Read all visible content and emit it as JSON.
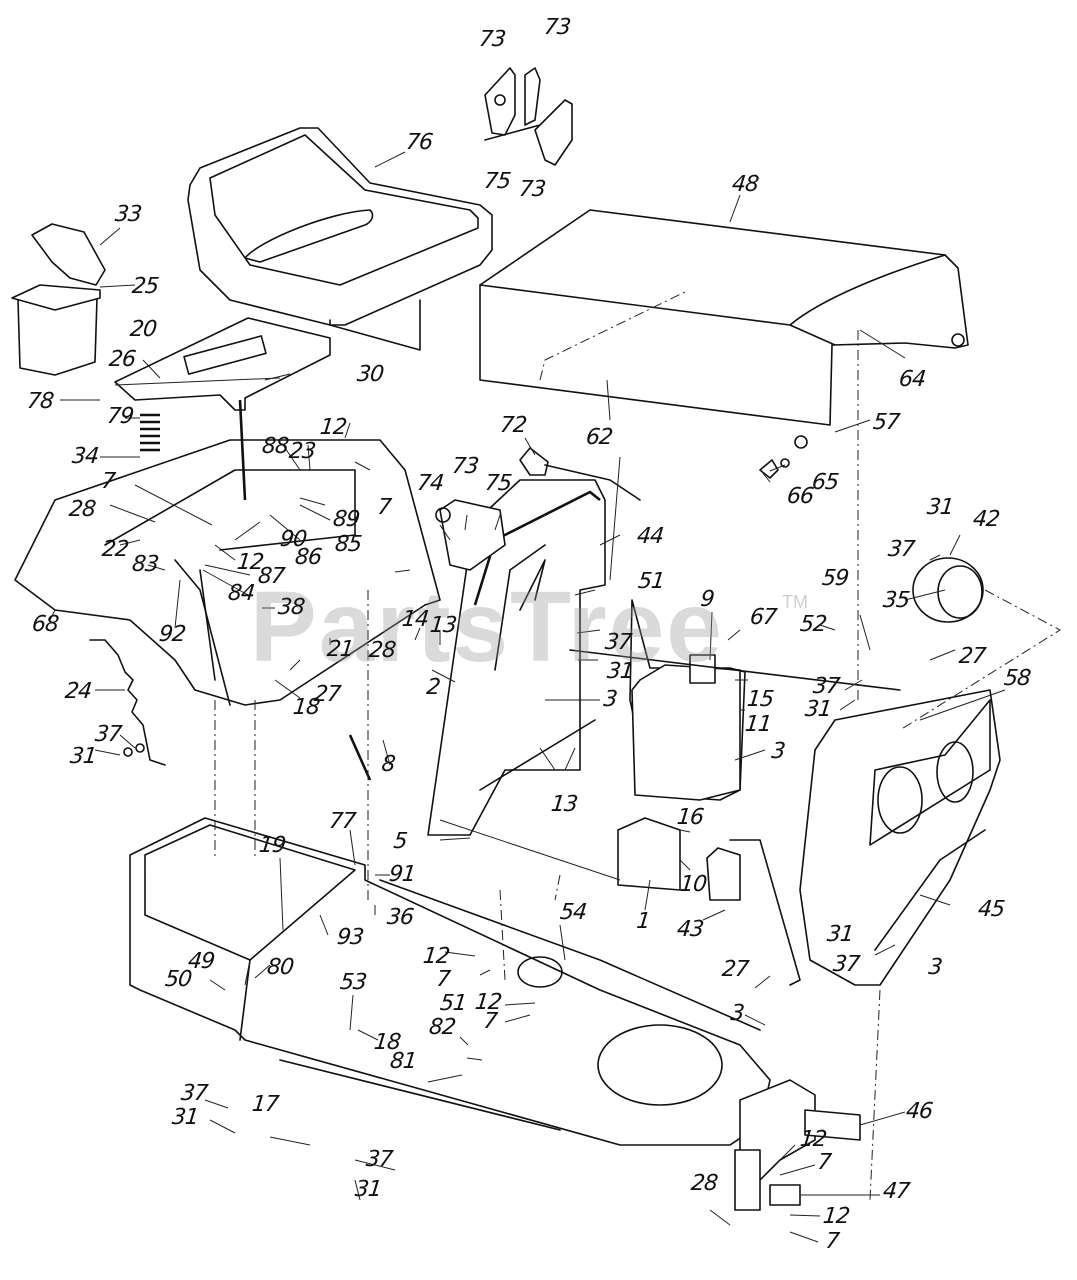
{
  "diagram": {
    "title": "Exploded parts diagram - riding mower body, seat, hood, fuel tank and frame",
    "watermark": "PartsTree",
    "watermark_tm": "TM"
  },
  "parts": [
    {
      "id": "p76",
      "num": "76",
      "part": "seat"
    },
    {
      "id": "p73a",
      "num": "73",
      "part": "seat-switch-bracket"
    },
    {
      "id": "p73b",
      "num": "73",
      "part": "seat-switch-lever"
    },
    {
      "id": "p73c",
      "num": "73",
      "part": "seat-switch-plate"
    },
    {
      "id": "p75a",
      "num": "75",
      "part": "seat-switch-wire"
    },
    {
      "id": "p48",
      "num": "48",
      "part": "hood"
    },
    {
      "id": "p62",
      "num": "62",
      "part": "hood-insulation"
    },
    {
      "id": "p64",
      "num": "64",
      "part": "hood-fastener"
    },
    {
      "id": "p57",
      "num": "57",
      "part": "hood-grommet"
    },
    {
      "id": "p65",
      "num": "65",
      "part": "washer"
    },
    {
      "id": "p66",
      "num": "66",
      "part": "hood-bumper"
    },
    {
      "id": "p33",
      "num": "33",
      "part": "battery-cover"
    },
    {
      "id": "p25",
      "num": "25",
      "part": "battery"
    },
    {
      "id": "p20",
      "num": "20",
      "part": "seat-plate"
    },
    {
      "id": "p26",
      "num": "26",
      "part": "bolt"
    },
    {
      "id": "p30",
      "num": "30",
      "part": "bolt"
    },
    {
      "id": "p78",
      "num": "78",
      "part": "washer"
    },
    {
      "id": "p79",
      "num": "79",
      "part": "nut"
    },
    {
      "id": "p34",
      "num": "34",
      "part": "spring"
    },
    {
      "id": "p12a",
      "num": "12",
      "part": "nut"
    },
    {
      "id": "p88",
      "num": "88",
      "part": "switch-bracket"
    },
    {
      "id": "p23",
      "num": "23",
      "part": "seat-latch-bracket"
    },
    {
      "id": "p7a",
      "num": "7",
      "part": "washer"
    },
    {
      "id": "p7b",
      "num": "7",
      "part": "washer"
    },
    {
      "id": "p28a",
      "num": "28",
      "part": "screw"
    },
    {
      "id": "p89",
      "num": "89",
      "part": "spring"
    },
    {
      "id": "p90",
      "num": "90",
      "part": "bushing"
    },
    {
      "id": "p85",
      "num": "85",
      "part": "rod"
    },
    {
      "id": "p86",
      "num": "86",
      "part": "lever"
    },
    {
      "id": "p22",
      "num": "22",
      "part": "hinge-bracket"
    },
    {
      "id": "p12b",
      "num": "12",
      "part": "nut"
    },
    {
      "id": "p83",
      "num": "83",
      "part": "pin"
    },
    {
      "id": "p87",
      "num": "87",
      "part": "clip"
    },
    {
      "id": "p84",
      "num": "84",
      "part": "bracket"
    },
    {
      "id": "p92",
      "num": "92",
      "part": "screw"
    },
    {
      "id": "p68",
      "num": "68",
      "part": "fender"
    },
    {
      "id": "p38",
      "num": "38",
      "part": "screw"
    },
    {
      "id": "p21",
      "num": "21",
      "part": "fender-support"
    },
    {
      "id": "p28b",
      "num": "28",
      "part": "screw"
    },
    {
      "id": "p74",
      "num": "74",
      "part": "screw"
    },
    {
      "id": "p73d",
      "num": "73",
      "part": "interlock-switch"
    },
    {
      "id": "p75b",
      "num": "75",
      "part": "switch-bracket"
    },
    {
      "id": "p72",
      "num": "72",
      "part": "choke-cable"
    },
    {
      "id": "p44",
      "num": "44",
      "part": "edge-trim"
    },
    {
      "id": "p51a",
      "num": "51",
      "part": "screw"
    },
    {
      "id": "p14",
      "num": "14",
      "part": "ignition-key"
    },
    {
      "id": "p13a",
      "num": "13",
      "part": "nut"
    },
    {
      "id": "p37a",
      "num": "37",
      "part": "washer"
    },
    {
      "id": "p31a",
      "num": "31",
      "part": "nut"
    },
    {
      "id": "p2",
      "num": "2",
      "part": "dash-panel"
    },
    {
      "id": "p3a",
      "num": "3",
      "part": "bolt"
    },
    {
      "id": "p18a",
      "num": "18",
      "part": "screw"
    },
    {
      "id": "p27a",
      "num": "27",
      "part": "screw"
    },
    {
      "id": "p24",
      "num": "24",
      "part": "height-adjust-plate"
    },
    {
      "id": "p37b",
      "num": "37",
      "part": "washer"
    },
    {
      "id": "p31b",
      "num": "31",
      "part": "nut"
    },
    {
      "id": "p8",
      "num": "8",
      "part": "knob"
    },
    {
      "id": "p13b",
      "num": "13",
      "part": "ignition-switch"
    },
    {
      "id": "p5",
      "num": "5",
      "part": "bolt"
    },
    {
      "id": "p9",
      "num": "9",
      "part": "fuel-cap"
    },
    {
      "id": "p15",
      "num": "15",
      "part": "fuel-tank"
    },
    {
      "id": "p11",
      "num": "11",
      "part": "tank-strap"
    },
    {
      "id": "p3b",
      "num": "3",
      "part": "bolt"
    },
    {
      "id": "p16",
      "num": "16",
      "part": "fuel-line"
    },
    {
      "id": "p10",
      "num": "10",
      "part": "clamp"
    },
    {
      "id": "p1",
      "num": "1",
      "part": "tank-support"
    },
    {
      "id": "p43",
      "num": "43",
      "part": "side-panel"
    },
    {
      "id": "p67",
      "num": "67",
      "part": "hood-rod"
    },
    {
      "id": "p59",
      "num": "59",
      "part": "headlight-wire"
    },
    {
      "id": "p52",
      "num": "52",
      "part": "screw"
    },
    {
      "id": "p27b",
      "num": "27",
      "part": "screw"
    },
    {
      "id": "p37c",
      "num": "37",
      "part": "washer"
    },
    {
      "id": "p31c",
      "num": "31",
      "part": "nut"
    },
    {
      "id": "p58",
      "num": "58",
      "part": "decal"
    },
    {
      "id": "p31d",
      "num": "31",
      "part": "nut"
    },
    {
      "id": "p37d",
      "num": "37",
      "part": "washer"
    },
    {
      "id": "p42",
      "num": "42",
      "part": "headlight-housing"
    },
    {
      "id": "p35",
      "num": "35",
      "part": "headlight"
    },
    {
      "id": "p45",
      "num": "45",
      "part": "grille"
    },
    {
      "id": "p31e",
      "num": "31",
      "part": "nut"
    },
    {
      "id": "p37e",
      "num": "37",
      "part": "washer"
    },
    {
      "id": "p3c",
      "num": "3",
      "part": "bolt"
    },
    {
      "id": "p27c",
      "num": "27",
      "part": "screw"
    },
    {
      "id": "p77",
      "num": "77",
      "part": "spring"
    },
    {
      "id": "p19",
      "num": "19",
      "part": "screw"
    },
    {
      "id": "p91",
      "num": "91",
      "part": "bolt"
    },
    {
      "id": "p36",
      "num": "36",
      "part": "washer"
    },
    {
      "id": "p93",
      "num": "93",
      "part": "nut"
    },
    {
      "id": "p54",
      "num": "54",
      "part": "frame"
    },
    {
      "id": "p49",
      "num": "49",
      "part": "washer"
    },
    {
      "id": "p50",
      "num": "50",
      "part": "nut"
    },
    {
      "id": "p80",
      "num": "80",
      "part": "bushing"
    },
    {
      "id": "p12c",
      "num": "12",
      "part": "nut"
    },
    {
      "id": "p7c",
      "num": "7",
      "part": "washer"
    },
    {
      "id": "p12d",
      "num": "12",
      "part": "nut"
    },
    {
      "id": "p7d",
      "num": "7",
      "part": "washer"
    },
    {
      "id": "p51b",
      "num": "51",
      "part": "screw"
    },
    {
      "id": "p82",
      "num": "82",
      "part": "clip"
    },
    {
      "id": "p81",
      "num": "81",
      "part": "nut"
    },
    {
      "id": "p53",
      "num": "53",
      "part": "footrest"
    },
    {
      "id": "p18b",
      "num": "18",
      "part": "screw"
    },
    {
      "id": "p37f",
      "num": "37",
      "part": "washer"
    },
    {
      "id": "p31f",
      "num": "31",
      "part": "nut"
    },
    {
      "id": "p17",
      "num": "17",
      "part": "bracket"
    },
    {
      "id": "p37g",
      "num": "37",
      "part": "washer"
    },
    {
      "id": "p31g",
      "num": "31",
      "part": "nut"
    },
    {
      "id": "p3d",
      "num": "3",
      "part": "bolt"
    },
    {
      "id": "p46",
      "num": "46",
      "part": "front-bracket"
    },
    {
      "id": "p12e",
      "num": "12",
      "part": "nut"
    },
    {
      "id": "p7e",
      "num": "7",
      "part": "washer"
    },
    {
      "id": "p47",
      "num": "47",
      "part": "axle-bracket"
    },
    {
      "id": "p28c",
      "num": "28",
      "part": "screw"
    },
    {
      "id": "p12f",
      "num": "12",
      "part": "nut"
    },
    {
      "id": "p7f",
      "num": "7",
      "part": "washer"
    }
  ]
}
